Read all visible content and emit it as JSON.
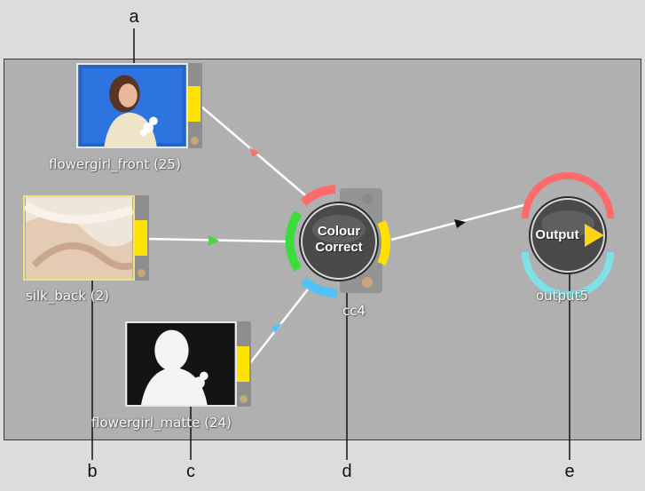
{
  "callouts": {
    "a": "a",
    "b": "b",
    "c": "c",
    "d": "d",
    "e": "e"
  },
  "nodes": {
    "flowergirl_front": {
      "label": "flowergirl_front (25)"
    },
    "silk_back": {
      "label": "silk_back (2)"
    },
    "flowergirl_matte": {
      "label": "flowergirl_matte (24)"
    },
    "colour_correct": {
      "title_line1": "Colour",
      "title_line2": "Correct",
      "label": "cc4"
    },
    "output": {
      "title": "Output",
      "label": "output5"
    }
  },
  "colors": {
    "canvas": "#b0b0b0",
    "front_input": "#ff6a6a",
    "back_input": "#3ddc3d",
    "matte_input": "#4fc3f7",
    "plug": "#ffe200",
    "link": "#ffffff"
  }
}
